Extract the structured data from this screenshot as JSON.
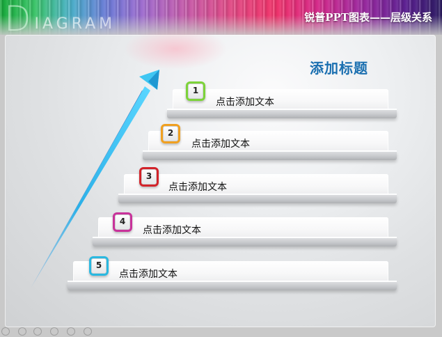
{
  "header": {
    "brand_first": "D",
    "brand_rest": "IAGRAM",
    "title": "锐普PPT图表——层级关系"
  },
  "main": {
    "title": "添加标题",
    "steps": [
      {
        "number": "1",
        "text": "点击添加文本",
        "color": "#7dd33a"
      },
      {
        "number": "2",
        "text": "点击添加文本",
        "color": "#f0a020"
      },
      {
        "number": "3",
        "text": "点击添加文本",
        "color": "#d2232a"
      },
      {
        "number": "4",
        "text": "点击添加文本",
        "color": "#c8329a"
      },
      {
        "number": "5",
        "text": "点击添加文本",
        "color": "#2ab8e0"
      }
    ]
  },
  "arrow": {
    "icon": "arrow-up-right-icon",
    "color": "#3cc8f0"
  }
}
